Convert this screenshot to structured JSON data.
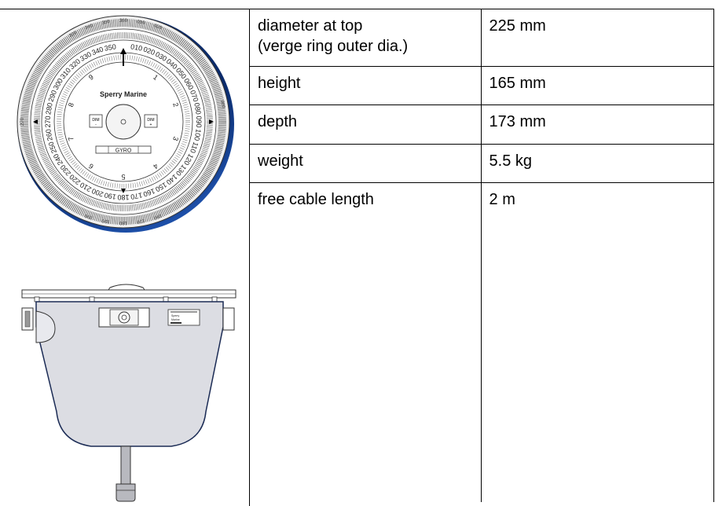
{
  "specs": {
    "rows": [
      {
        "label_lines": [
          "diameter at top",
          "(verge ring outer dia.)"
        ],
        "value": "225 mm"
      },
      {
        "label_lines": [
          "height"
        ],
        "value": "165 mm"
      },
      {
        "label_lines": [
          "depth"
        ],
        "value": "173 mm"
      },
      {
        "label_lines": [
          "weight"
        ],
        "value": "5.5 kg"
      },
      {
        "label_lines": [
          "free cable length"
        ],
        "value": "2 m"
      }
    ]
  },
  "dial": {
    "brand": "Sperry Marine",
    "left_button": "DIM",
    "left_button_sign": "-",
    "right_button": "DIM",
    "right_button_sign": "+",
    "gyro_label": "GYRO",
    "main_headings": [
      "270",
      "090",
      "180"
    ],
    "heading_labels": [
      "010",
      "020",
      "030",
      "040",
      "050",
      "060",
      "070",
      "080",
      "100",
      "110",
      "120",
      "130",
      "140",
      "150",
      "160",
      "170",
      "190",
      "200",
      "210",
      "220",
      "230",
      "240",
      "250",
      "260",
      "280",
      "290",
      "300",
      "310",
      "320",
      "330",
      "340",
      "350"
    ],
    "repeat_digits": [
      "1",
      "2",
      "3",
      "4",
      "5",
      "6",
      "7",
      "8",
      "9"
    ],
    "outer_ring_labels": [
      "360",
      "010",
      "020",
      "340",
      "350",
      "330",
      "190",
      "180",
      "170",
      "160",
      "200",
      "080",
      "270"
    ]
  },
  "side_view": {
    "plate_lines": [
      "Sperry",
      "Marine"
    ]
  }
}
